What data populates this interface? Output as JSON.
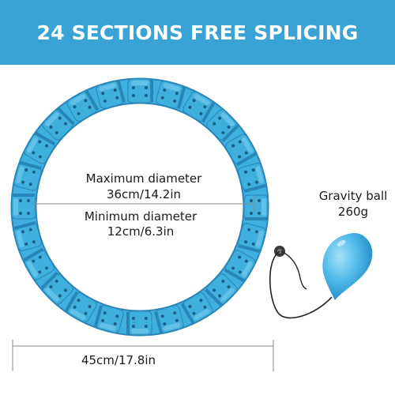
{
  "banner": {
    "title": "24 SECTIONS FREE SPLICING"
  },
  "diameter": {
    "max_label": "Maximum diameter",
    "max_value": "36cm/14.2in",
    "min_label": "Minimum diameter",
    "min_value": "12cm/6.3in",
    "outer_value": "45cm/17.8in"
  },
  "gravity_ball": {
    "label": "Gravity ball",
    "weight": "260g"
  },
  "sections": 24,
  "colors": {
    "banner": "#3aa3d6",
    "hoop": "#3fb0de",
    "hoop_dark": "#2785b8",
    "hoop_light": "#7ed0f0",
    "ball": "#4cb8e8",
    "text": "#1a1a1a",
    "line": "#888888"
  }
}
